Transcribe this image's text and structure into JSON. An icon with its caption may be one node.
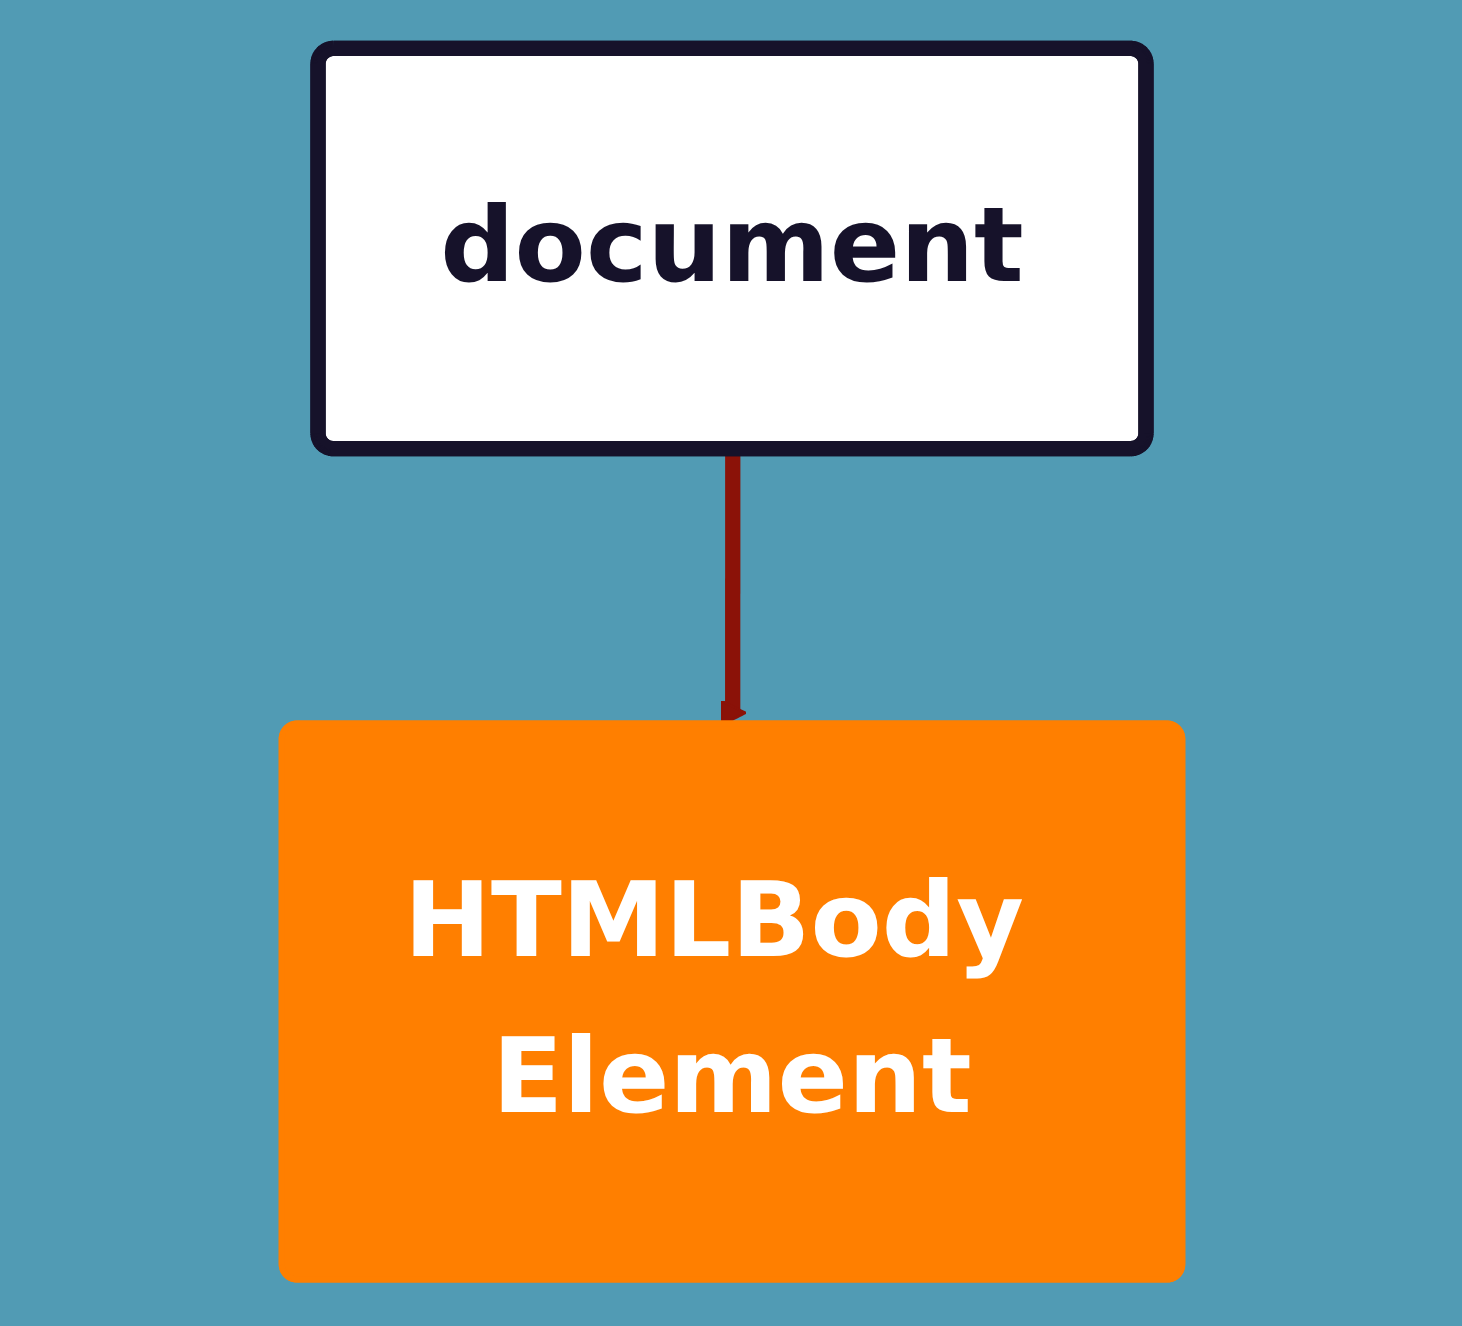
{
  "diagram": {
    "nodes": [
      {
        "text": [
          "document"
        ]
      },
      {
        "text": [
          "HTMLBody Element"
        ]
      }
    ],
    "edges": [
      {
        "from": 0,
        "to": 1,
        "arrow": "to",
        "color": "#8b1208"
      }
    ]
  }
}
